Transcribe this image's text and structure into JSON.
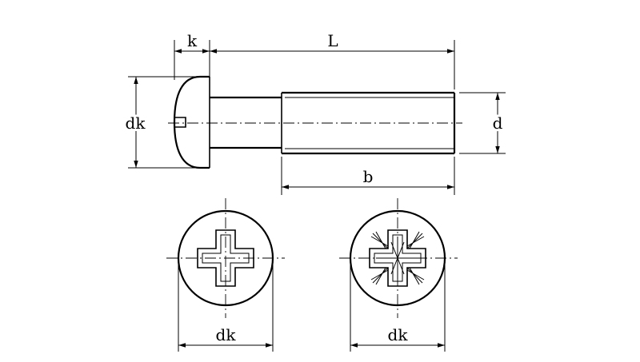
{
  "labels": {
    "k": "k",
    "L": "L",
    "dk_side": "dk",
    "d": "d",
    "b": "b",
    "dk_phillips": "dk",
    "dk_pozidriv": "dk"
  },
  "colors": {
    "line": "#000000",
    "background": "#ffffff"
  },
  "icons": {
    "phillips": "phillips-cross-recess",
    "pozidriv": "pozidriv-cross-recess"
  }
}
